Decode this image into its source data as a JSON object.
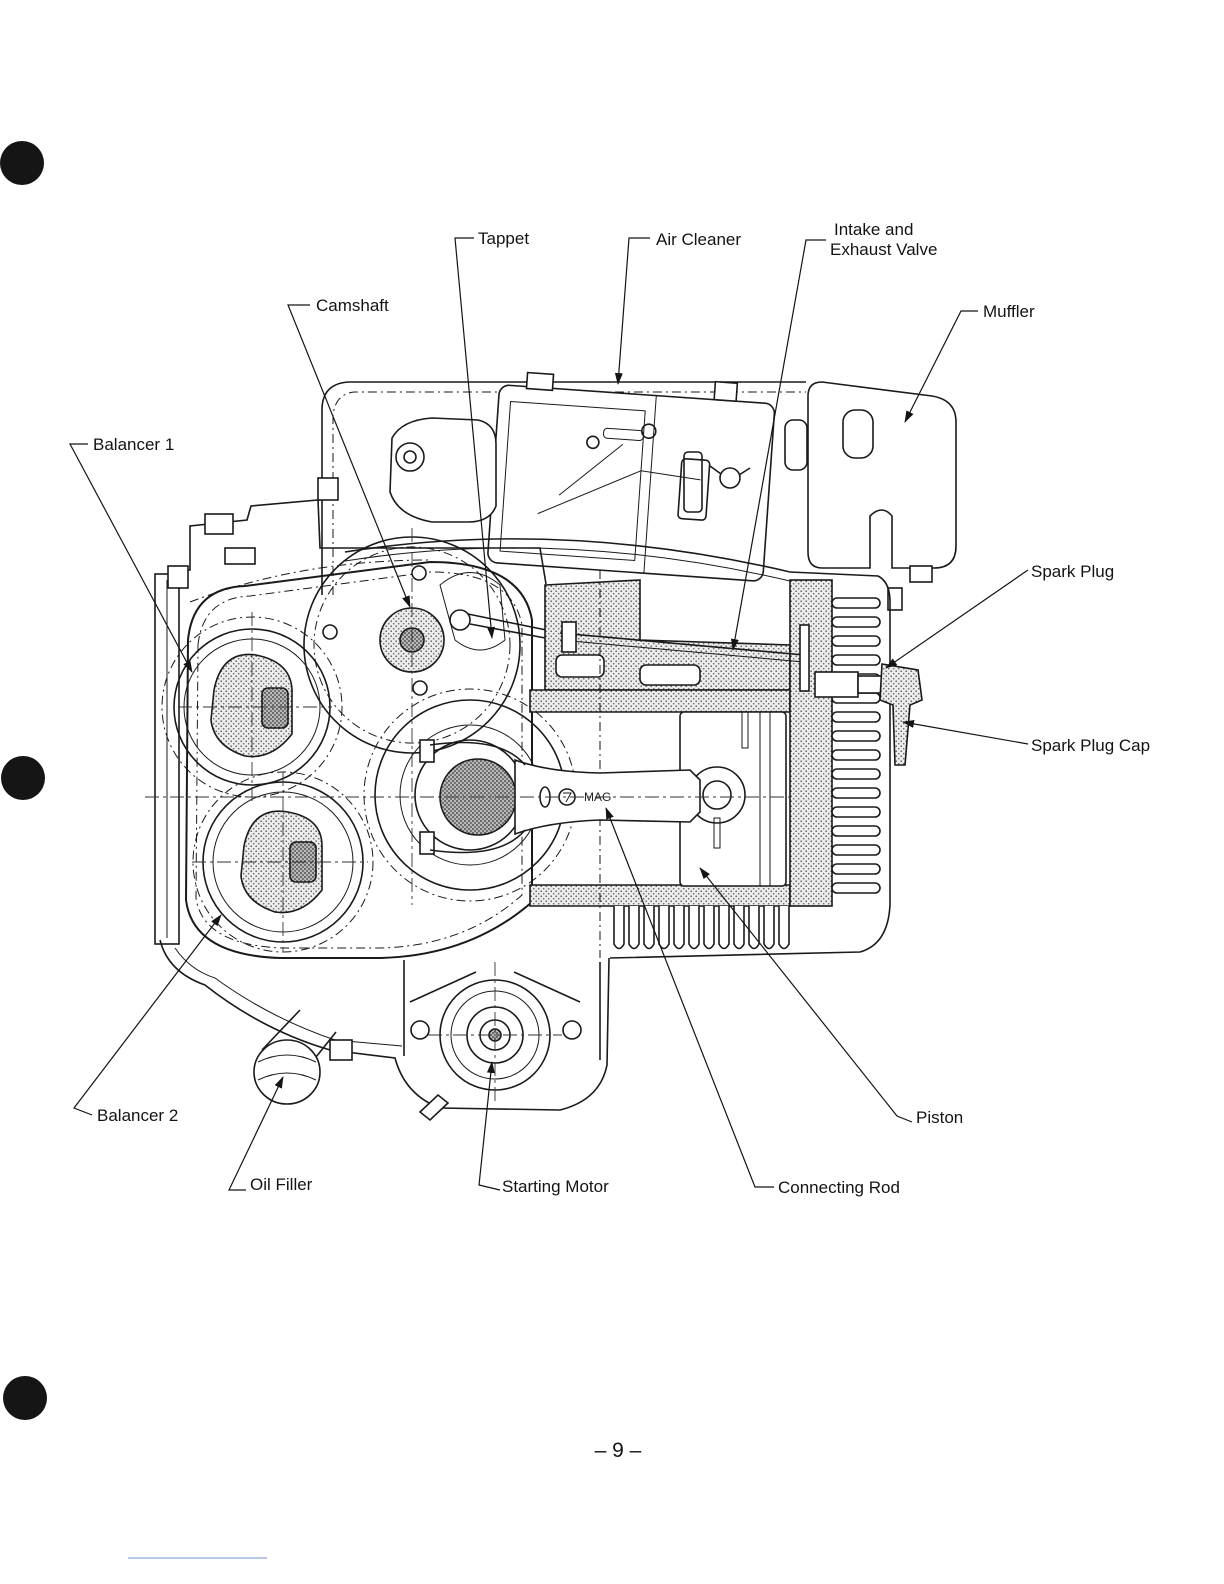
{
  "labels": {
    "tappet": "Tappet",
    "air_cleaner": "Air Cleaner",
    "intake_exhaust_valve_line1": "Intake and",
    "intake_exhaust_valve_line2": "Exhaust Valve",
    "camshaft": "Camshaft",
    "muffler": "Muffler",
    "balancer_1": "Balancer 1",
    "spark_plug": "Spark Plug",
    "spark_plug_cap": "Spark Plug Cap",
    "balancer_2": "Balancer 2",
    "oil_filler": "Oil Filler",
    "starting_motor": "Starting Motor",
    "connecting_rod": "Connecting Rod",
    "piston": "Piston"
  },
  "drawing_text": {
    "mag": "MAG"
  },
  "page_number": "– 9 –"
}
